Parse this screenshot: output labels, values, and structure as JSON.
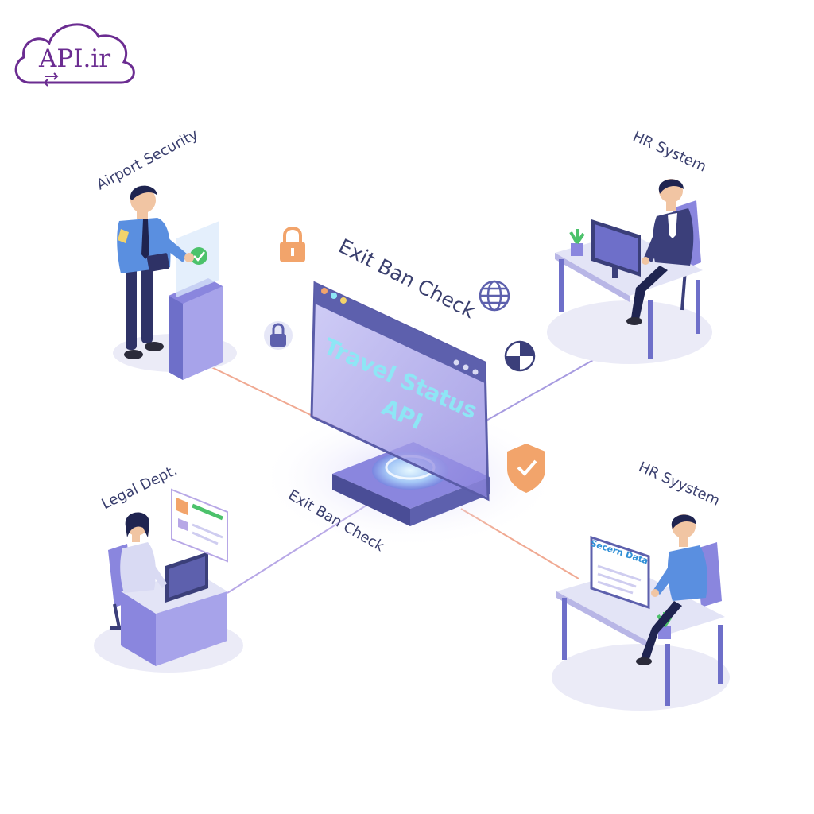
{
  "logo": {
    "text": "API.ir",
    "color": "#6b2c91",
    "icon": "cloud-arrows-icon"
  },
  "hub": {
    "title": "Exit Ban Check",
    "screen_line1": "Travel Status",
    "screen_line2": "API",
    "screen_text_color": "#8ee6f5"
  },
  "nodes": {
    "airport": {
      "label": "Airport Security"
    },
    "hr_top": {
      "label": "HR System"
    },
    "legal": {
      "label": "Legal Dept."
    },
    "hr_bottom": {
      "label": "HR Syystem",
      "screen_text": "Secern Data"
    }
  },
  "connector_label": "Exit Ban Check",
  "icons": [
    "padlock-icon",
    "padlock-icon",
    "globe-icon",
    "pie-chart-icon",
    "shield-check-icon",
    "checkmark-icon",
    "plant-icon"
  ],
  "colors": {
    "primary": "#6e6fc9",
    "dark": "#3b3f7a",
    "light": "#d9daf3",
    "accent_orange": "#f2a46b",
    "accent_green": "#4cc26b",
    "link_line_warm": "#f0a992",
    "link_line_cool": "#a79be0"
  }
}
